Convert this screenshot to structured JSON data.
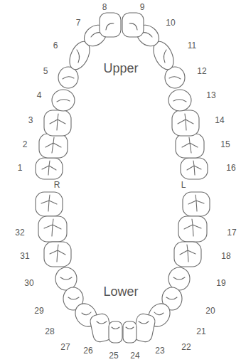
{
  "diagram": {
    "labels": [
      "8",
      "9",
      "7",
      "10",
      "6",
      "11",
      "5",
      "Upper",
      "12",
      "4",
      "13",
      "3",
      "14",
      "2",
      "15",
      "1",
      "16",
      "R",
      "L",
      "32",
      "17",
      "31",
      "18",
      "30",
      "19",
      "29",
      "20",
      "Lower",
      "28",
      "21",
      "27",
      "22",
      "26",
      "23",
      "25",
      "24"
    ]
  }
}
